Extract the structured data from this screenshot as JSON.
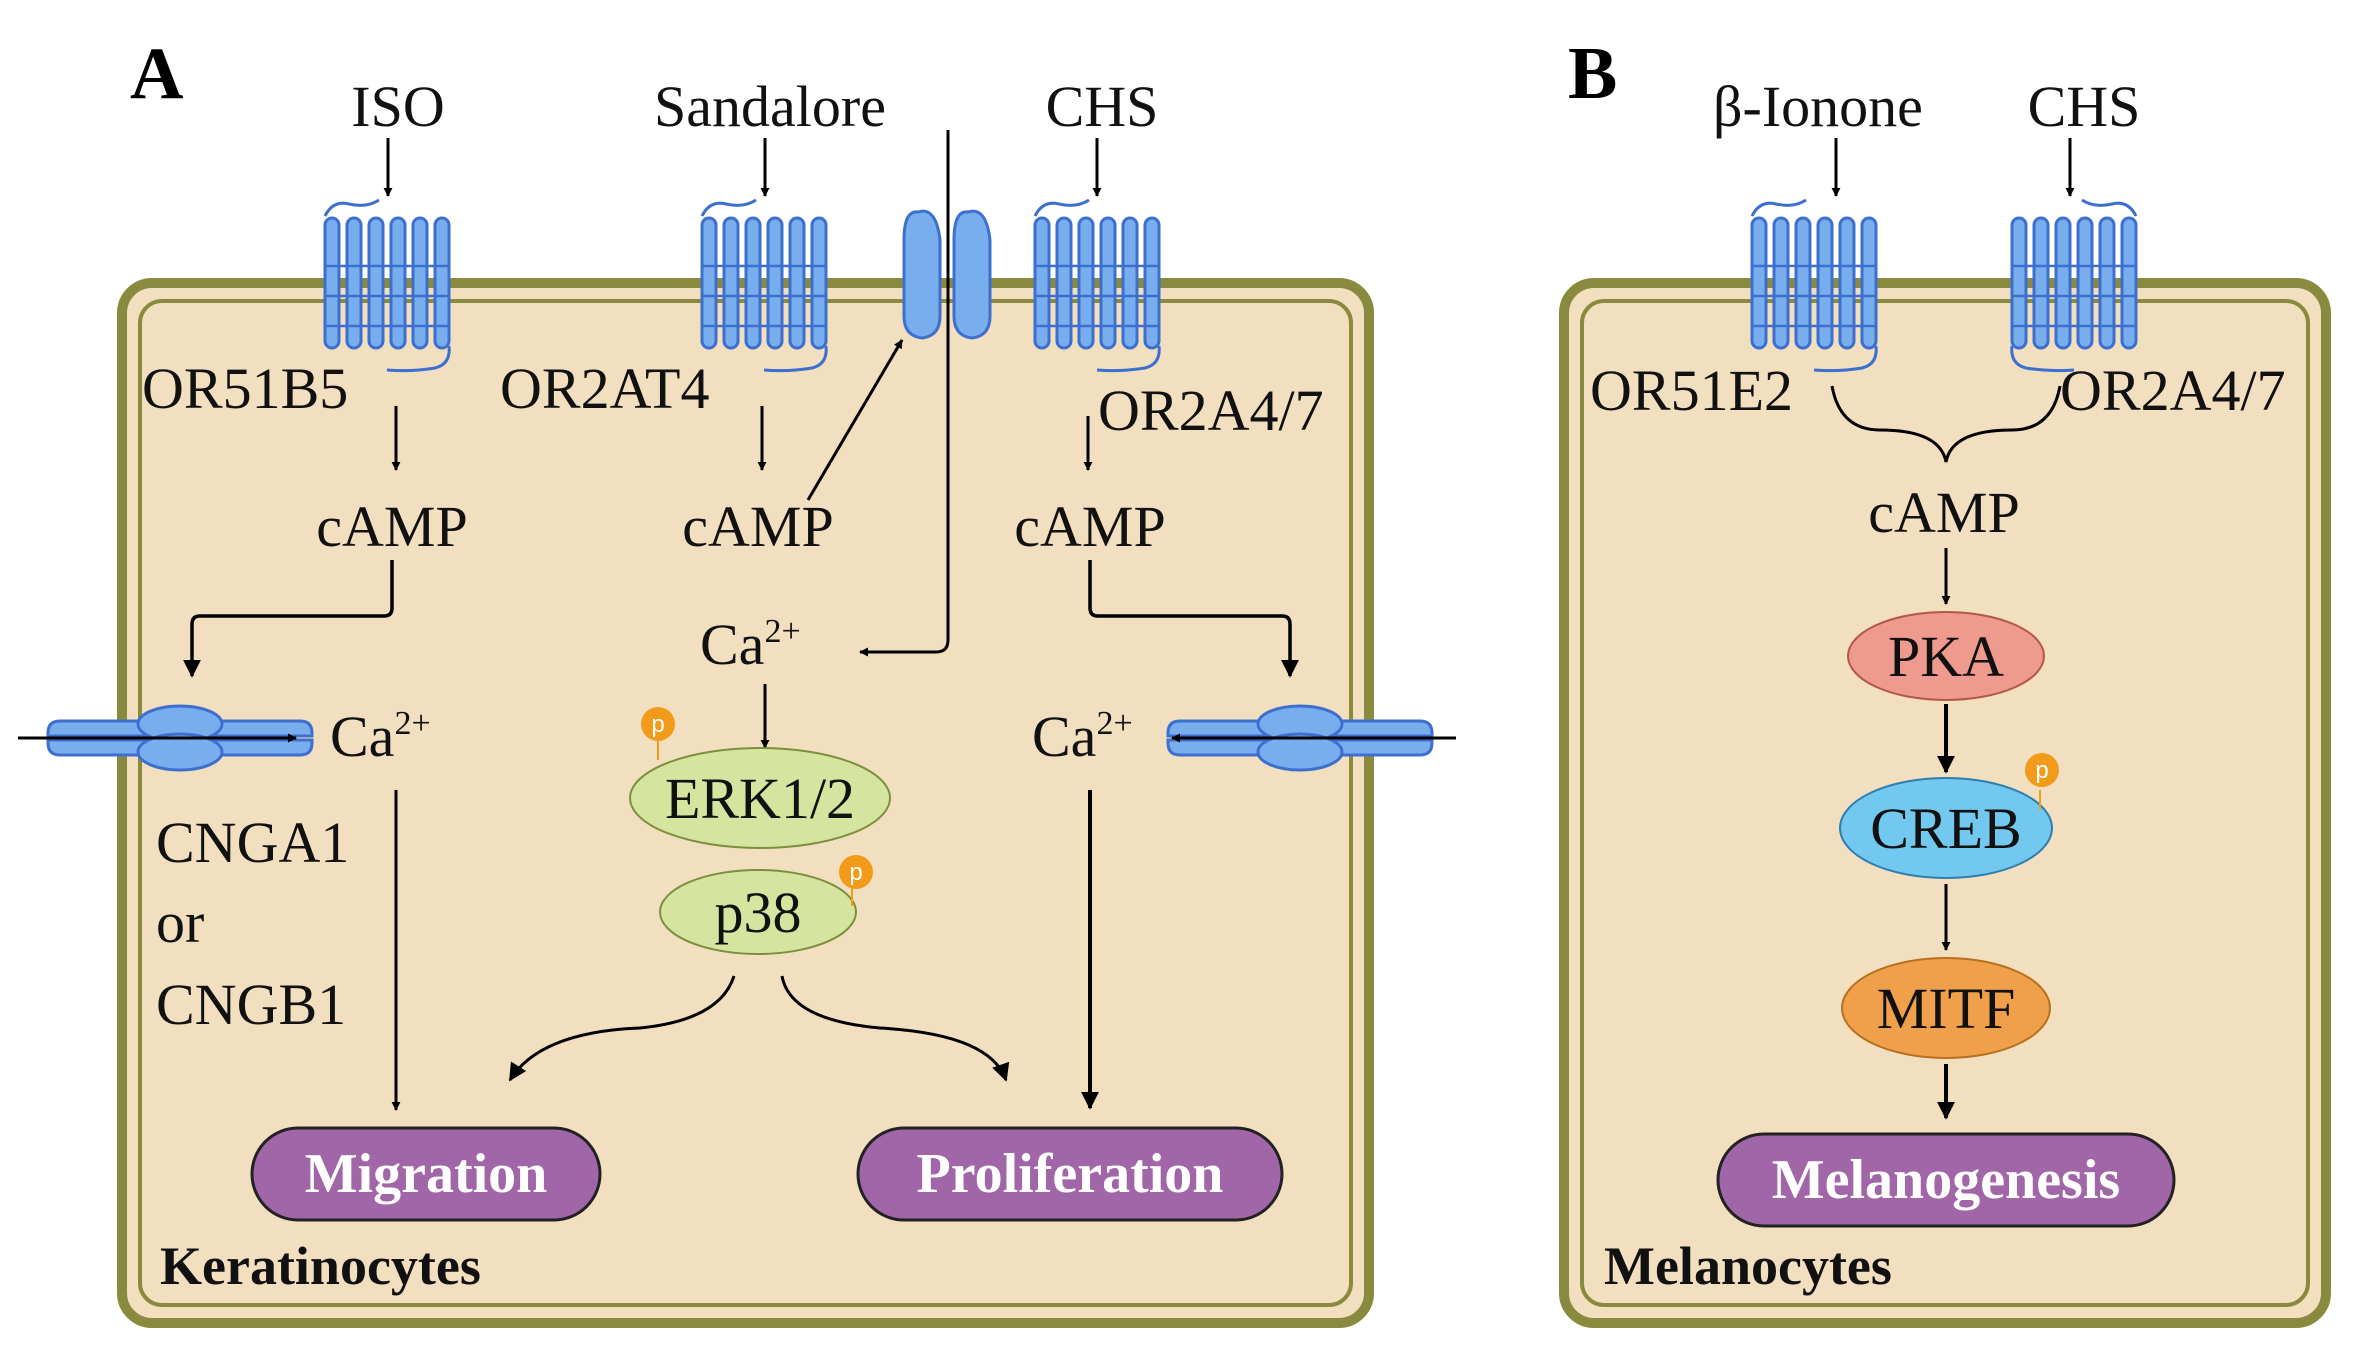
{
  "colors": {
    "cell_fill": "#f2dfc0",
    "cell_border": "#8a8a3e",
    "receptor": "#79aeee",
    "receptor_stroke": "#3d6fcf",
    "erk_p38": "#d5e5a0",
    "pka": "#ee9a8f",
    "creb": "#72c8ee",
    "mitf": "#f0a04a",
    "outcome_pill": "#a066a8",
    "phospho": "#f29a1a"
  },
  "panel_a": {
    "letter": "A",
    "ligands": {
      "iso": "ISO",
      "sandalore": "Sandalore",
      "chs": "CHS"
    },
    "receptors": {
      "or51b5": "OR51B5",
      "or2at4": "OR2AT4",
      "or2a47": "OR2A4/7"
    },
    "camp": "cAMP",
    "calcium": {
      "base": "Ca",
      "sup": "2+"
    },
    "channel_labels": [
      "CNGA1",
      "or",
      "CNGB1"
    ],
    "erk": "ERK1/2",
    "p38": "p38",
    "phospho": "p",
    "outcomes": {
      "migration": "Migration",
      "proliferation": "Proliferation"
    },
    "cell_name": "Keratinocytes"
  },
  "panel_b": {
    "letter": "B",
    "ligands": {
      "beta_ionone": "β-Ionone",
      "chs": "CHS"
    },
    "receptors": {
      "or51e2": "OR51E2",
      "or2a47": "OR2A4/7"
    },
    "camp": "cAMP",
    "pka": "PKA",
    "creb": "CREB",
    "mitf": "MITF",
    "phospho": "p",
    "outcome": "Melanogenesis",
    "cell_name": "Melanocytes"
  }
}
